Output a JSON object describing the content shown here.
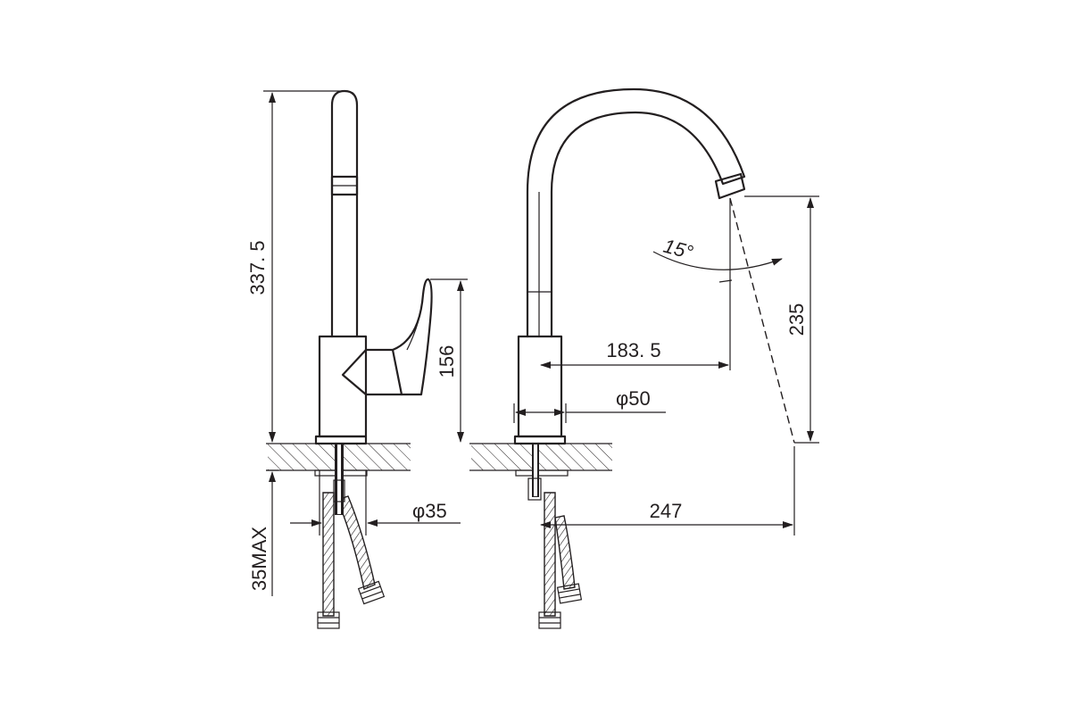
{
  "dimensions": {
    "height_total": "337. 5",
    "handle_height": "156",
    "deck_thickness": "35MAX",
    "hole_diameter": "φ35",
    "spout_angle": "15°",
    "spout_height": "235",
    "spout_reach": "183. 5",
    "body_diameter": "φ50",
    "overall_reach": "247"
  },
  "colors": {
    "line": "#231f20",
    "background": "#ffffff"
  }
}
